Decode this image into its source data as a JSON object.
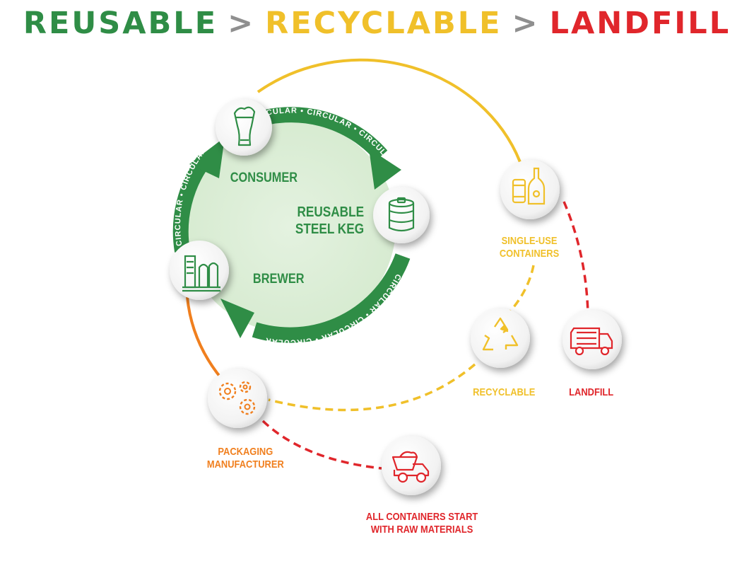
{
  "headline": {
    "reusable": "REUSABLE",
    "separator_1": ">",
    "recyclable": "RECYCLABLE",
    "separator_2": ">",
    "landfill": "LANDFILL"
  },
  "colors": {
    "green": "#2f8d46",
    "yellow": "#f0c02a",
    "red": "#e0262b",
    "orange": "#f07f1e",
    "gray": "#8f8f8f"
  },
  "loop_text": "CIRCULAR • CIRCULAR • CIRCULAR",
  "nodes": {
    "consumer": {
      "label": "CONSUMER",
      "icon": "beer-glass-icon"
    },
    "keg": {
      "label_line1": "REUSABLE",
      "label_line2": "STEEL KEG",
      "icon": "steel-keg-icon"
    },
    "brewer": {
      "label": "BREWER",
      "icon": "brewery-icon"
    },
    "single_use": {
      "label_line1": "SINGLE-USE",
      "label_line2": "CONTAINERS",
      "icon": "can-and-bottle-icon"
    },
    "recyclable": {
      "label": "RECYCLABLE",
      "icon": "recycle-icon"
    },
    "landfill": {
      "label": "LANDFILL",
      "icon": "garbage-truck-icon"
    },
    "packaging": {
      "label_line1": "PACKAGING",
      "label_line2": "MANUFACTURER",
      "icon": "gears-icon"
    },
    "raw_materials": {
      "label_line1": "ALL CONTAINERS START",
      "label_line2": "WITH RAW MATERIALS",
      "icon": "dump-truck-icon"
    }
  }
}
